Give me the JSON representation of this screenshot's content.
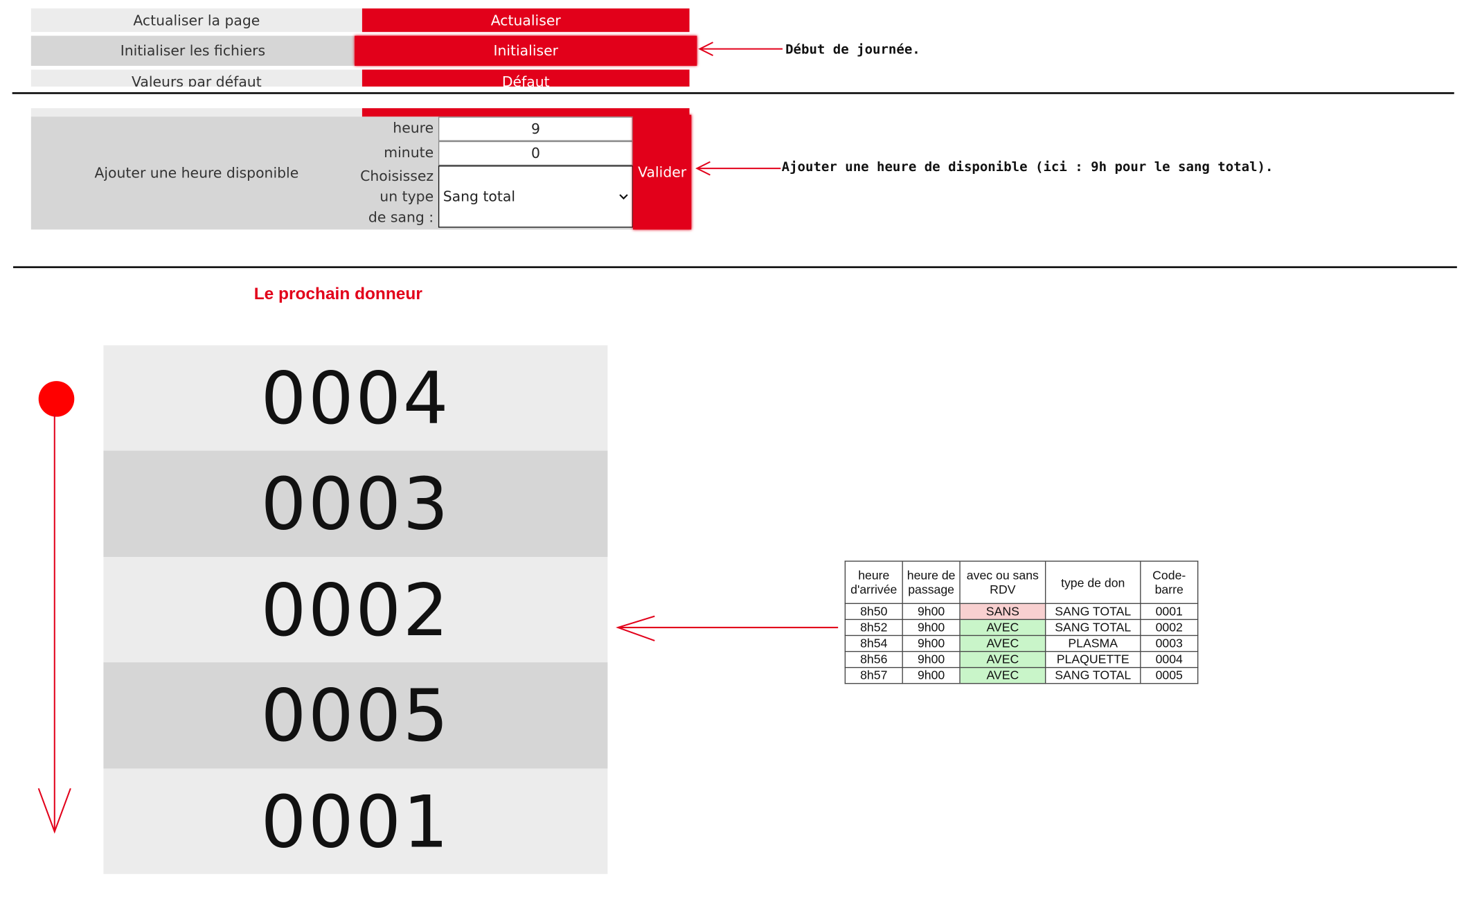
{
  "top_panel": {
    "refresh_label": "Actualiser la page",
    "refresh_button": "Actualiser",
    "init_label": "Initialiser les fichiers",
    "init_button": "Initialiser",
    "default_label": "Valeurs par défaut",
    "default_button": "Défaut"
  },
  "annotations": {
    "init_note": "Début de journée.",
    "hour_note": "Ajouter une heure de disponible (ici : 9h pour le sang total)."
  },
  "hour_form": {
    "section_label": "Ajouter une heure disponible",
    "hour_label": "heure",
    "hour_value": "9",
    "minute_label": "minute",
    "minute_value": "0",
    "blood_label_1": "Choisissez",
    "blood_label_2": "un type",
    "blood_label_3": "de sang :",
    "blood_selected": "Sang total",
    "submit_button": "Valider"
  },
  "queue": {
    "title": "Le prochain donneur",
    "codes": [
      "0004",
      "0003",
      "0002",
      "0005",
      "0001"
    ]
  },
  "sheet": {
    "headers": [
      "heure d'arrivée",
      "heure de passage",
      "avec ou sans RDV",
      "type de don",
      "Code-barre"
    ],
    "rows": [
      [
        "8h50",
        "9h00",
        "SANS",
        "SANG TOTAL",
        "0001"
      ],
      [
        "8h52",
        "9h00",
        "AVEC",
        "SANG TOTAL",
        "0002"
      ],
      [
        "8h54",
        "9h00",
        "AVEC",
        "PLASMA",
        "0003"
      ],
      [
        "8h56",
        "9h00",
        "AVEC",
        "PLAQUETTE",
        "0004"
      ],
      [
        "8h57",
        "9h00",
        "AVEC",
        "SANG TOTAL",
        "0005"
      ]
    ]
  },
  "colors": {
    "accent_red": "#e2001a",
    "sans_fill": "#f8d0d0",
    "avec_fill": "#c9f5c9",
    "row_light": "#ececec",
    "row_dark": "#d6d6d6"
  }
}
